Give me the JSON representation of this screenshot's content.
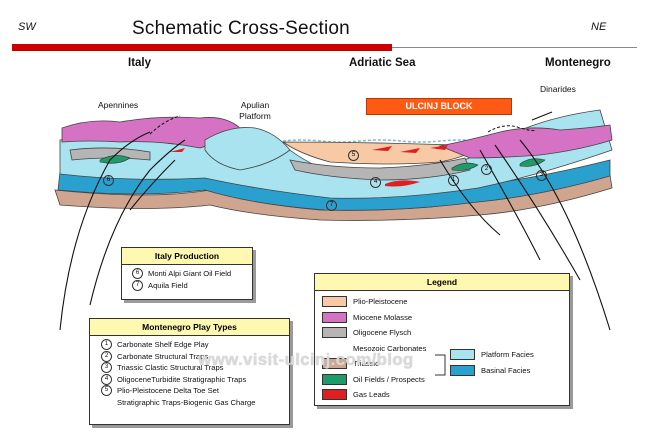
{
  "header": {
    "sw": "SW",
    "ne": "NE",
    "title": "Schematic Cross-Section"
  },
  "regions": {
    "italy": "Italy",
    "adriatic": "Adriatic Sea",
    "montenegro": "Montenegro"
  },
  "labels": {
    "apennines": "Apennines",
    "apulian_line1": "Apulian",
    "apulian_line2": "Platform",
    "dinarides": "Dinarides",
    "ulcinj_block": "ULCINJ BLOCK"
  },
  "markers": [
    "1",
    "2",
    "3",
    "4",
    "5",
    "6",
    "7"
  ],
  "italy_production": {
    "title": "Italy Production",
    "items": [
      {
        "num": "6",
        "text": "Monti Alpi Giant Oil Field"
      },
      {
        "num": "7",
        "text": "Aquila Field"
      }
    ]
  },
  "montenegro_play_types": {
    "title": "Montenegro Play Types",
    "items": [
      {
        "num": "1",
        "text": "Carbonate Shelf Edge Play"
      },
      {
        "num": "2",
        "text": "Carbonate Structural Traps"
      },
      {
        "num": "3",
        "text": "Triassic Clastic Structural Traps"
      },
      {
        "num": "4",
        "text": "OligoceneTurbidite Stratigraphic Traps"
      },
      {
        "num": "5",
        "text": "Plio-Pleistocene Delta Toe Set"
      },
      {
        "num": "",
        "text": "Stratigraphic Traps-Biogenic Gas Charge"
      }
    ]
  },
  "legend": {
    "title": "Legend",
    "items": [
      {
        "label": "Plio-Pleistocene",
        "color": "#f7c9a4"
      },
      {
        "label": "Miocene Molasse",
        "color": "#d672c4"
      },
      {
        "label": "Oligocene Flysch",
        "color": "#b5b5b5"
      },
      {
        "label": "Mesozoic Carbonates",
        "color": ""
      },
      {
        "label": "Triassic",
        "color": "#cfa590"
      },
      {
        "label": "Oil Fields / Prospects",
        "color": "#1f9a6b"
      },
      {
        "label": "Gas Leads",
        "color": "#e02020"
      }
    ],
    "facies": [
      {
        "label": "Platform Facies",
        "color": "#a9e3ef"
      },
      {
        "label": "Basinal Facies",
        "color": "#2aa0cf"
      }
    ]
  },
  "watermark": "www.visit-ulcinj.com/blog",
  "colors": {
    "title_bar": "#cc0000",
    "ulcinj_box": "#ff5a14",
    "box_header": "#fff8b0",
    "sea": "#7fb7e0"
  }
}
